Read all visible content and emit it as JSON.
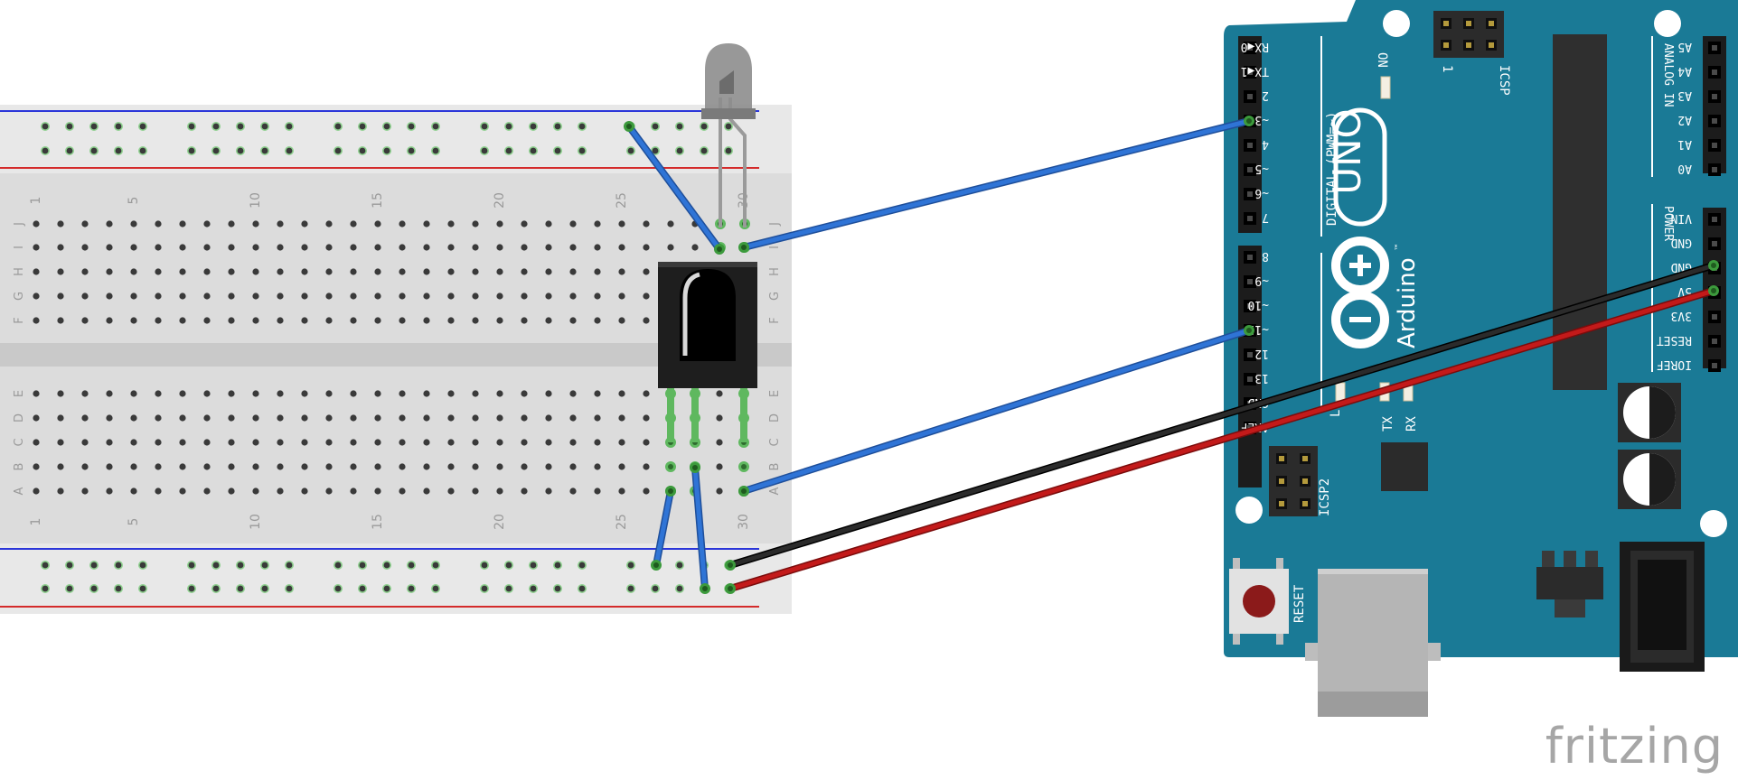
{
  "breadboard": {
    "column_numbers": [
      "1",
      "5",
      "10",
      "15",
      "20",
      "25",
      "30"
    ],
    "row_letters_top": [
      "J",
      "I",
      "H",
      "G",
      "F"
    ],
    "row_letters_bottom": [
      "E",
      "D",
      "C",
      "B",
      "A"
    ]
  },
  "arduino": {
    "model_logo": "UNO",
    "brand": "Arduino",
    "trademark": "™",
    "digital_header_label": "DIGITAL (PWM=~)",
    "analog_header_label": "ANALOG IN",
    "power_header_label": "POWER",
    "on_label": "ON",
    "icsp_label": "ICSP",
    "icsp_pin1": "1",
    "icsp2_label": "ICSP2",
    "reset_label": "RESET",
    "l_label": "L",
    "tx_label": "TX",
    "rx_label": "RX",
    "digital_pins_upper": [
      "RX◀0",
      "TX◀1",
      "2",
      "~3",
      "4",
      "~5",
      "~6",
      "7"
    ],
    "digital_pins_lower": [
      "8",
      "~9",
      "~10",
      "~11",
      "12",
      "13",
      "GND",
      "AREF"
    ],
    "analog_pins": [
      "A5",
      "A4",
      "A3",
      "A2",
      "A1",
      "A0"
    ],
    "power_pins": [
      "VIN",
      "GND",
      "GND",
      "5V",
      "3V3",
      "RESET",
      "IOREF"
    ]
  },
  "wires": [
    {
      "name": "signal-wire-1",
      "color": "#2f74d6"
    },
    {
      "name": "signal-wire-2",
      "color": "#2f74d6"
    },
    {
      "name": "ground-wire",
      "color": "#222222"
    },
    {
      "name": "power-wire",
      "color": "#c31a1a"
    },
    {
      "name": "jumper",
      "color": "#2f74d6"
    }
  ],
  "watermark": "fritzing"
}
